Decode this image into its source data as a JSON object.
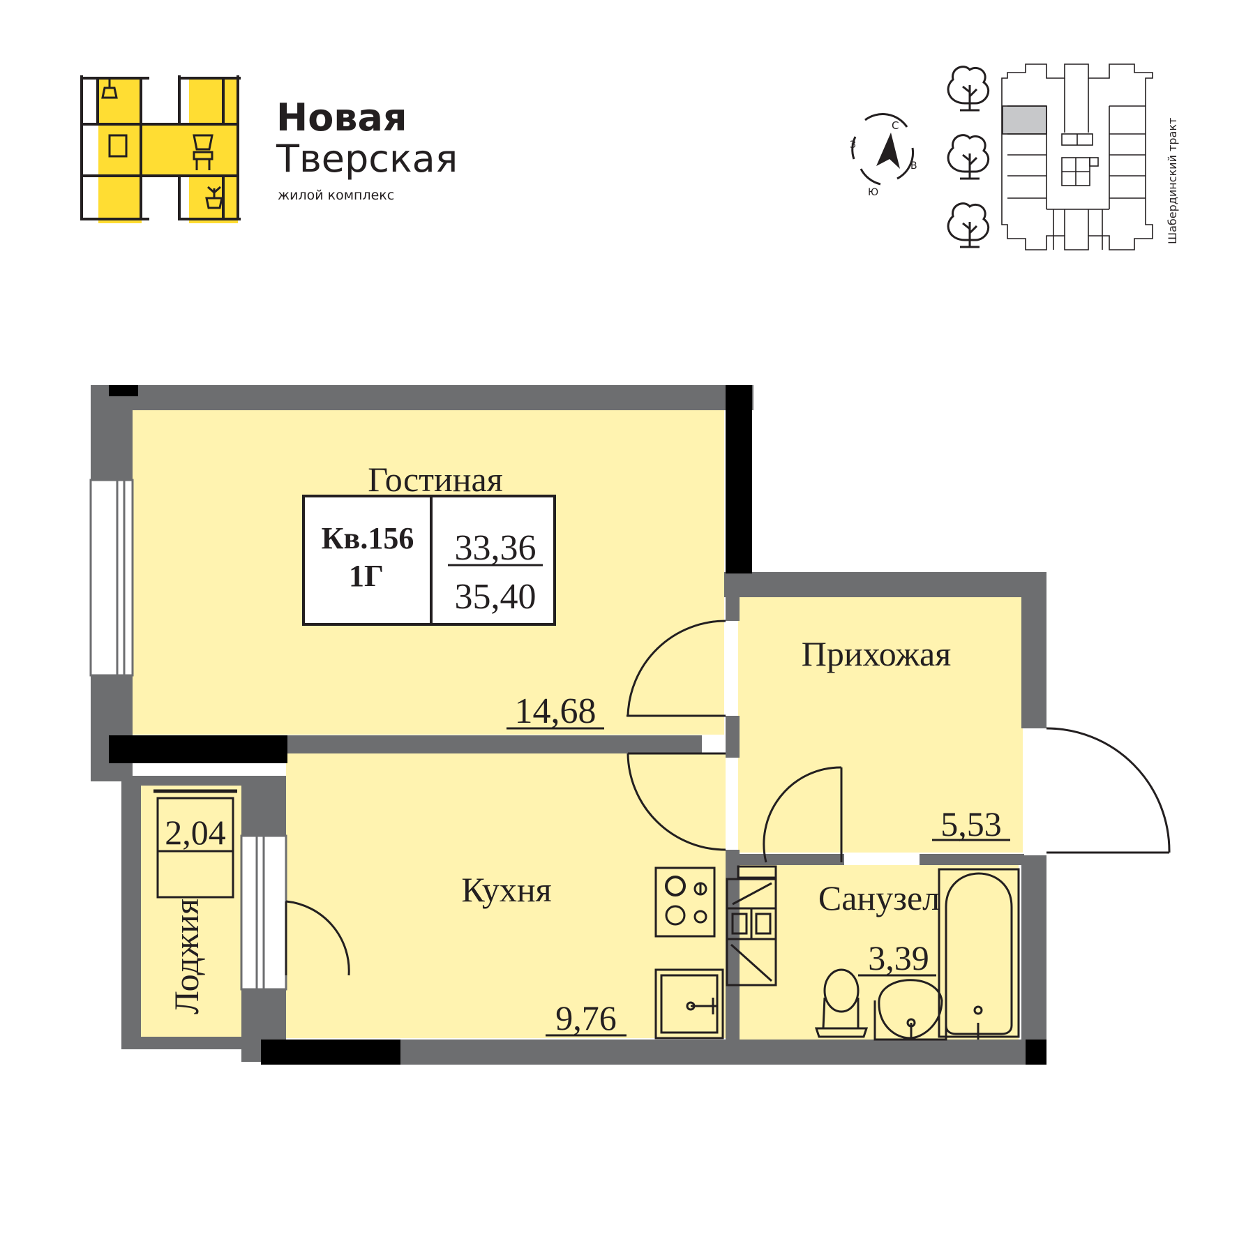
{
  "brand": {
    "name_line1": "Новая",
    "name_line2": "Тверская",
    "tagline": "жилой комплекс",
    "accent_color": "#FFDD33",
    "text_color": "#231F20"
  },
  "compass": {
    "north": "С",
    "west": "З",
    "east": "В",
    "south": "Ю"
  },
  "site_plan": {
    "street_label": "Шабердинский тракт",
    "icons": [
      "tree-icon",
      "tree-icon",
      "tree-icon"
    ]
  },
  "apartment": {
    "number_label": "Кв.156",
    "type_label": "1Г",
    "living_area": "33,36",
    "total_area": "35,40"
  },
  "rooms": {
    "living": {
      "name": "Гостиная",
      "area": "14,68"
    },
    "hall": {
      "name": "Прихожая",
      "area": "5,53"
    },
    "kitchen": {
      "name": "Кухня",
      "area": "9,76"
    },
    "bathroom": {
      "name": "Санузел",
      "area": "3,39"
    },
    "loggia": {
      "name": "Лоджия",
      "area": "2,04"
    }
  },
  "colors": {
    "room_fill": "#FFF3B0",
    "wall_gray": "#6D6E70",
    "wall_black": "#000000"
  }
}
